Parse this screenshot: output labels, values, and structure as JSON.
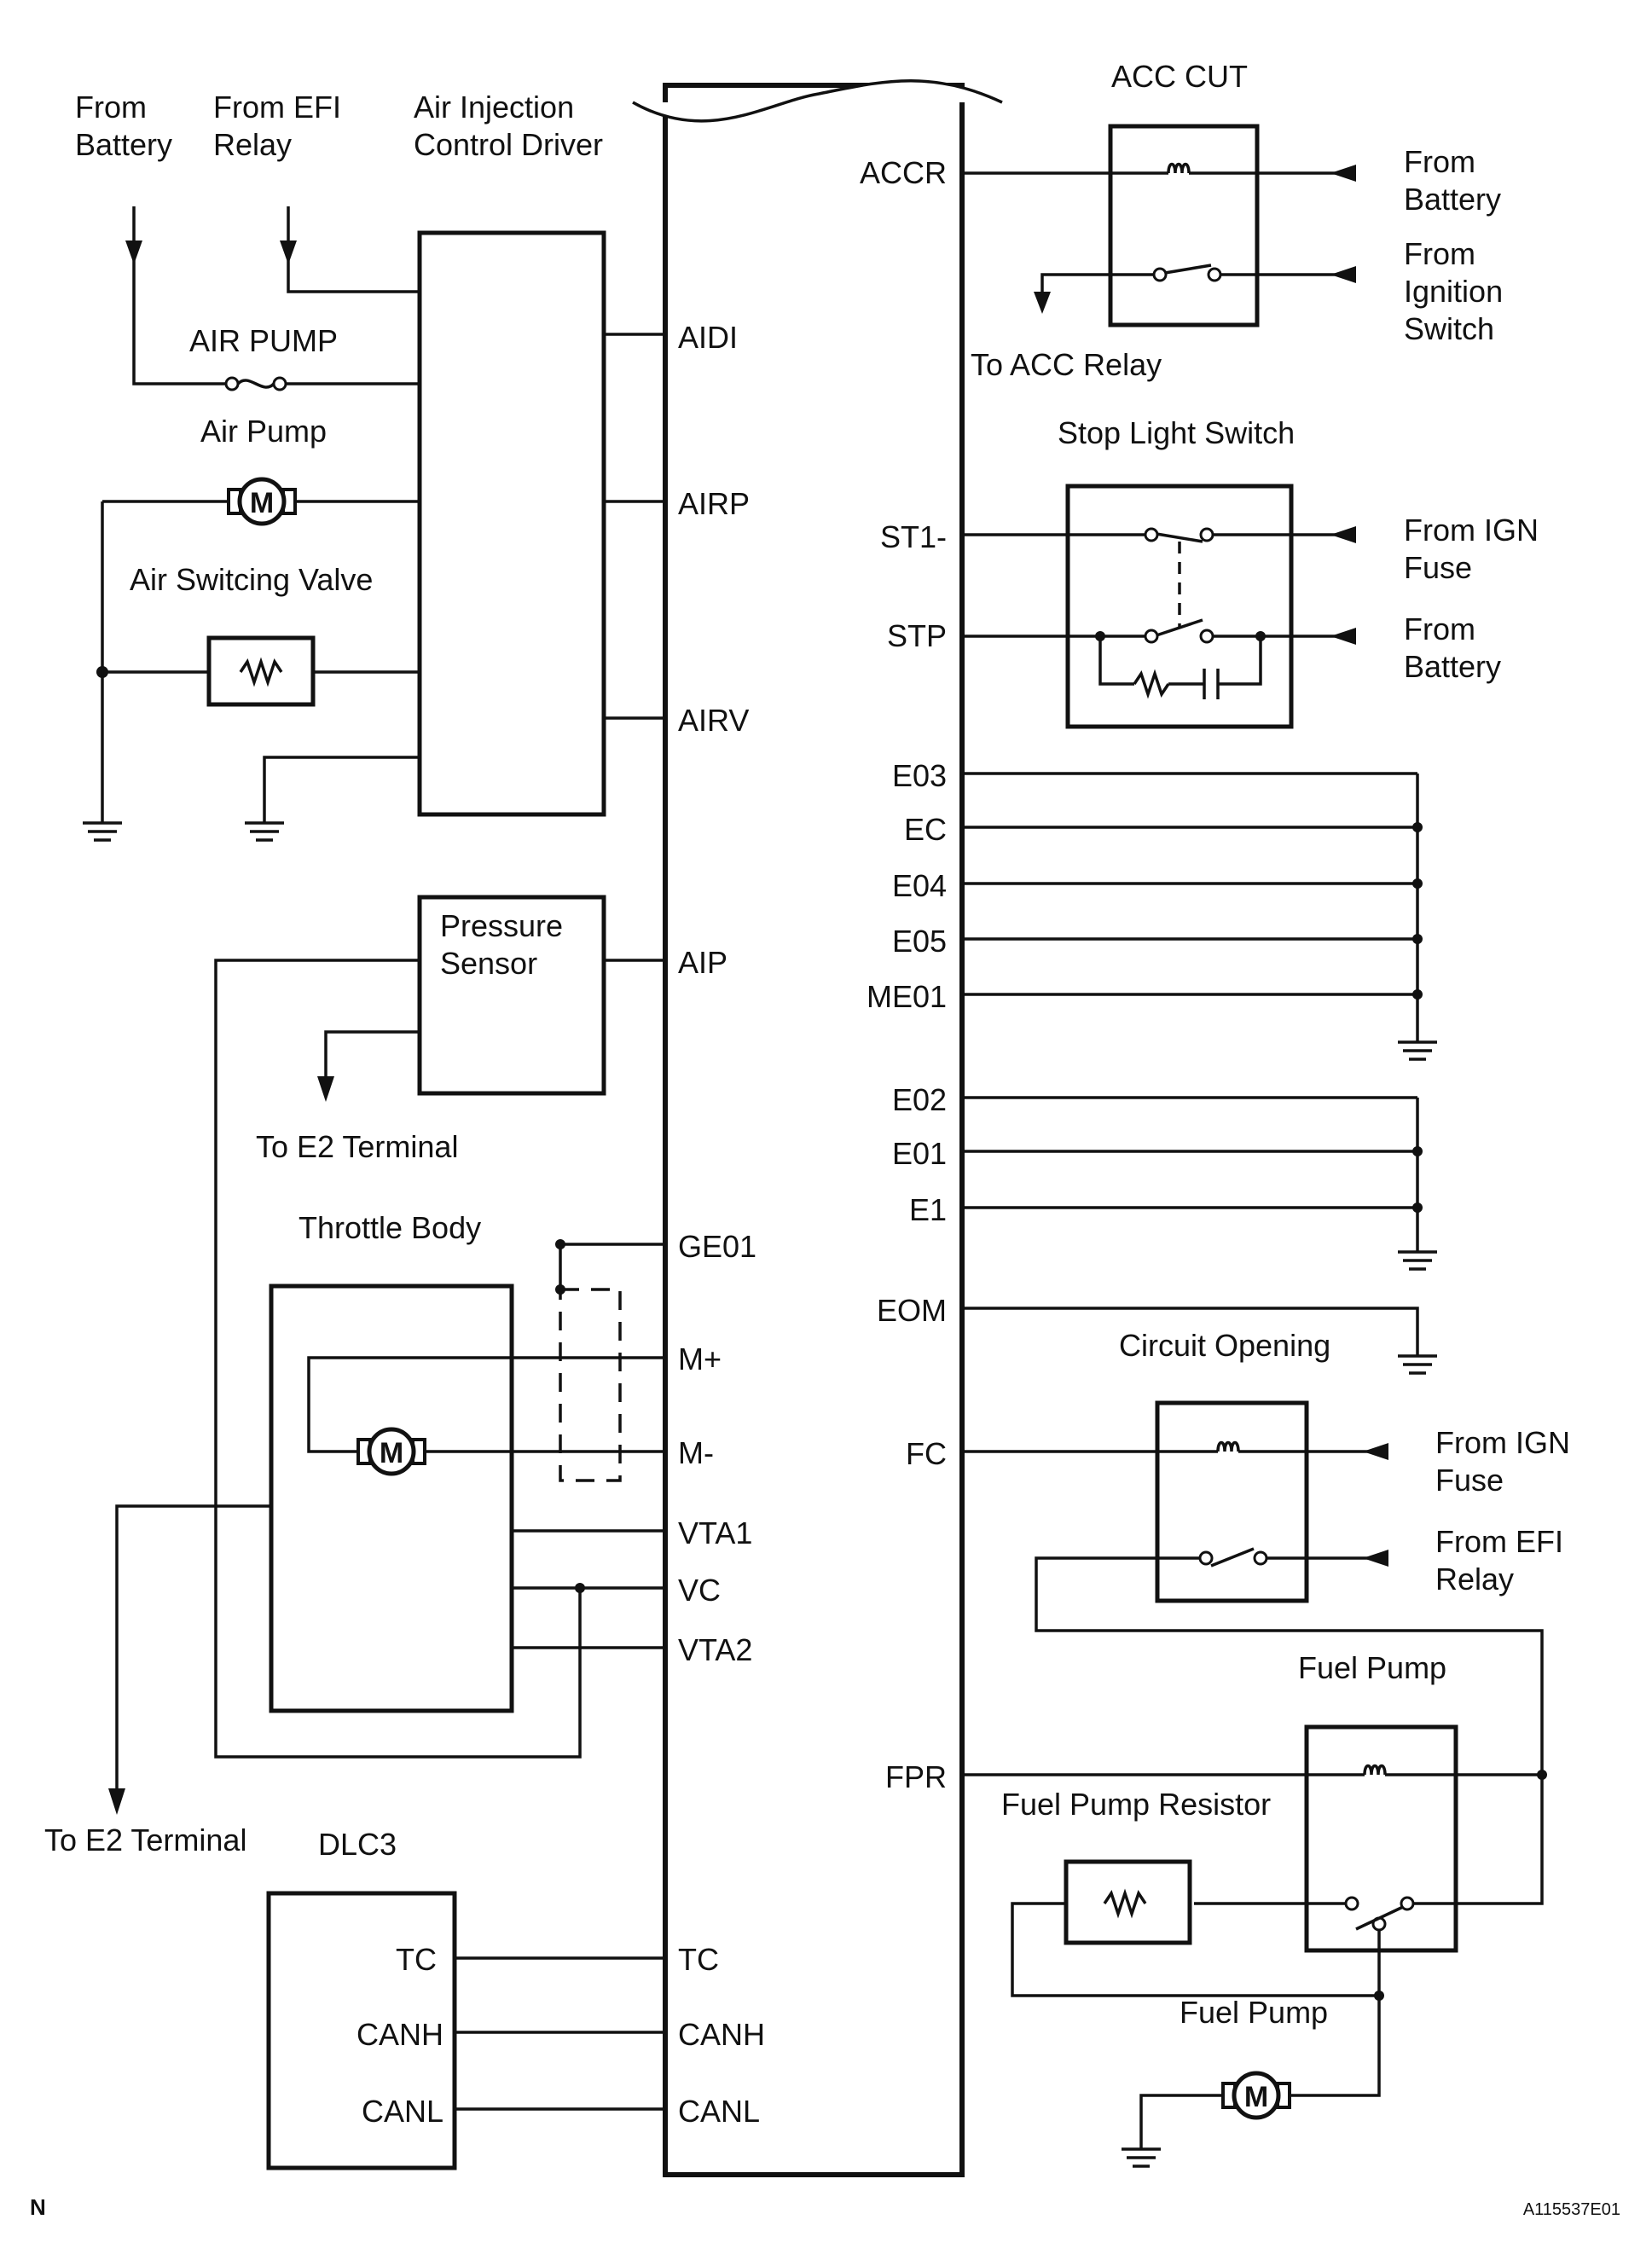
{
  "labels": {
    "from_battery_top": [
      "From",
      "Battery"
    ],
    "from_efi_relay_top": [
      "From EFI",
      "Relay"
    ],
    "air_injection_driver": [
      "Air Injection",
      "Control Driver"
    ],
    "air_pump_fuse": "AIR PUMP",
    "air_pump": "Air Pump",
    "air_switching_valve": "Air Switcing Valve",
    "pressure_sensor": [
      "Pressure",
      "Sensor"
    ],
    "to_e2_terminal_1": "To E2 Terminal",
    "throttle_body": "Throttle Body",
    "to_e2_terminal_2": "To E2 Terminal",
    "dlc3": "DLC3",
    "acc_cut": "ACC CUT",
    "acc_from_battery": [
      "From",
      "Battery"
    ],
    "acc_from_ignition": [
      "From",
      "Ignition",
      "Switch"
    ],
    "to_acc_relay": "To ACC Relay",
    "stop_light_switch": "Stop Light Switch",
    "slw_from_ign_fuse": [
      "From IGN",
      "Fuse"
    ],
    "slw_from_battery": [
      "From",
      "Battery"
    ],
    "circuit_opening": "Circuit Opening",
    "co_from_ign_fuse": [
      "From IGN",
      "Fuse"
    ],
    "co_from_efi_relay": [
      "From EFI",
      "Relay"
    ],
    "fuel_pump_relay": "Fuel Pump",
    "fuel_pump_resistor": "Fuel Pump Resistor",
    "fuel_pump_motor": "Fuel Pump",
    "corner_mark": "N",
    "figure_code": "A115537E01"
  },
  "motor_symbol": "M",
  "ecu_pins_left": [
    "AIDI",
    "AIRP",
    "AIRV",
    "AIP",
    "GE01",
    "M+",
    "M-",
    "VTA1",
    "VC",
    "VTA2",
    "TC",
    "CANH",
    "CANL"
  ],
  "ecu_pins_right": [
    "ACCR",
    "ST1-",
    "STP",
    "E03",
    "EC",
    "E04",
    "E05",
    "ME01",
    "E02",
    "E01",
    "E1",
    "EOM",
    "FC",
    "FPR"
  ],
  "dlc3_pins": [
    "TC",
    "CANH",
    "CANL"
  ]
}
